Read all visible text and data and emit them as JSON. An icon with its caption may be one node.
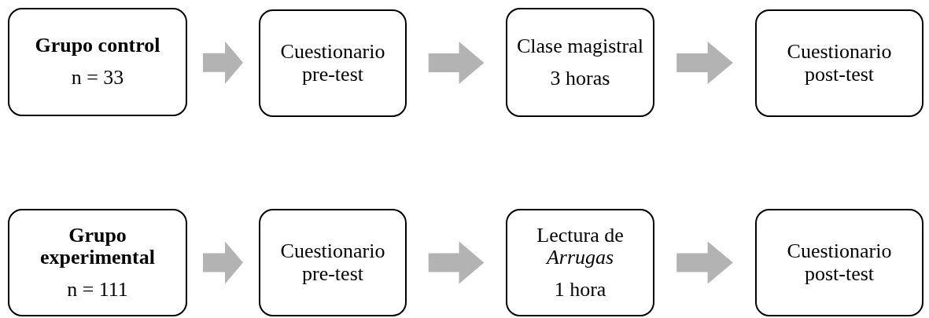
{
  "diagram": {
    "nodes": [
      {
        "text": [
          "Grupo control",
          "n = 33"
        ]
      },
      {
        "text": [
          "Cuestionario pre-test"
        ]
      },
      {
        "text": [
          "Clase magistral",
          "3 horas"
        ]
      },
      {
        "text": [
          "Cuestionario post-test"
        ]
      },
      {
        "text": [
          "Grupo experimental",
          "n = 111"
        ]
      },
      {
        "text": [
          "Cuestionario pre-test"
        ]
      },
      {
        "text": [
          "Lectura de *Arrugas*",
          "1 hora"
        ]
      },
      {
        "text": [
          "Cuestionario post-test"
        ]
      }
    ],
    "edges": [
      {
        "from": 0,
        "to": 1,
        "arrow": "to"
      },
      {
        "from": 1,
        "to": 2,
        "arrow": "to"
      },
      {
        "from": 2,
        "to": 3,
        "arrow": "to"
      },
      {
        "from": 4,
        "to": 5,
        "arrow": "to"
      },
      {
        "from": 5,
        "to": 6,
        "arrow": "to"
      },
      {
        "from": 6,
        "to": 7,
        "arrow": "to"
      }
    ]
  }
}
